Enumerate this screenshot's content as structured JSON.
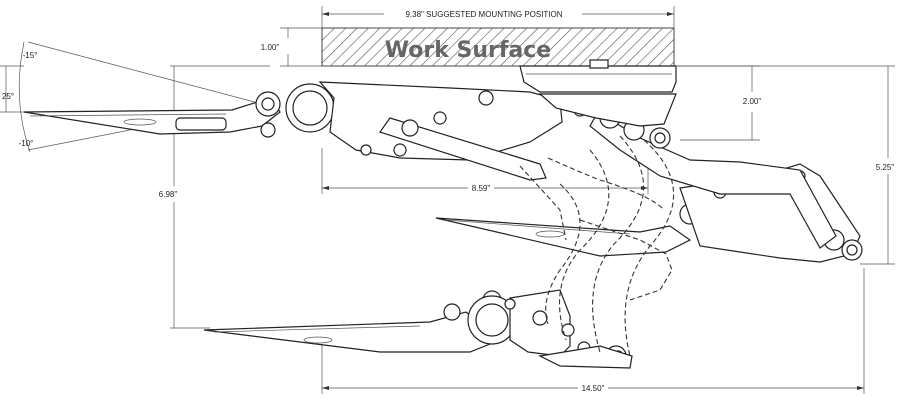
{
  "work_surface": {
    "label": "Work Surface"
  },
  "dimensions": {
    "top_width": "9.38\" SUGGESTED MOUNTING POSITION",
    "surface_gap": "1.00\"",
    "drop_2": "2.00\"",
    "depth_859": "8.59\"",
    "height_698": "6.98\"",
    "height_525": "5.25\"",
    "total_1450": "14.50\""
  },
  "angles": {
    "up": "-15°",
    "neutral": "25°",
    "down": "-10°"
  }
}
